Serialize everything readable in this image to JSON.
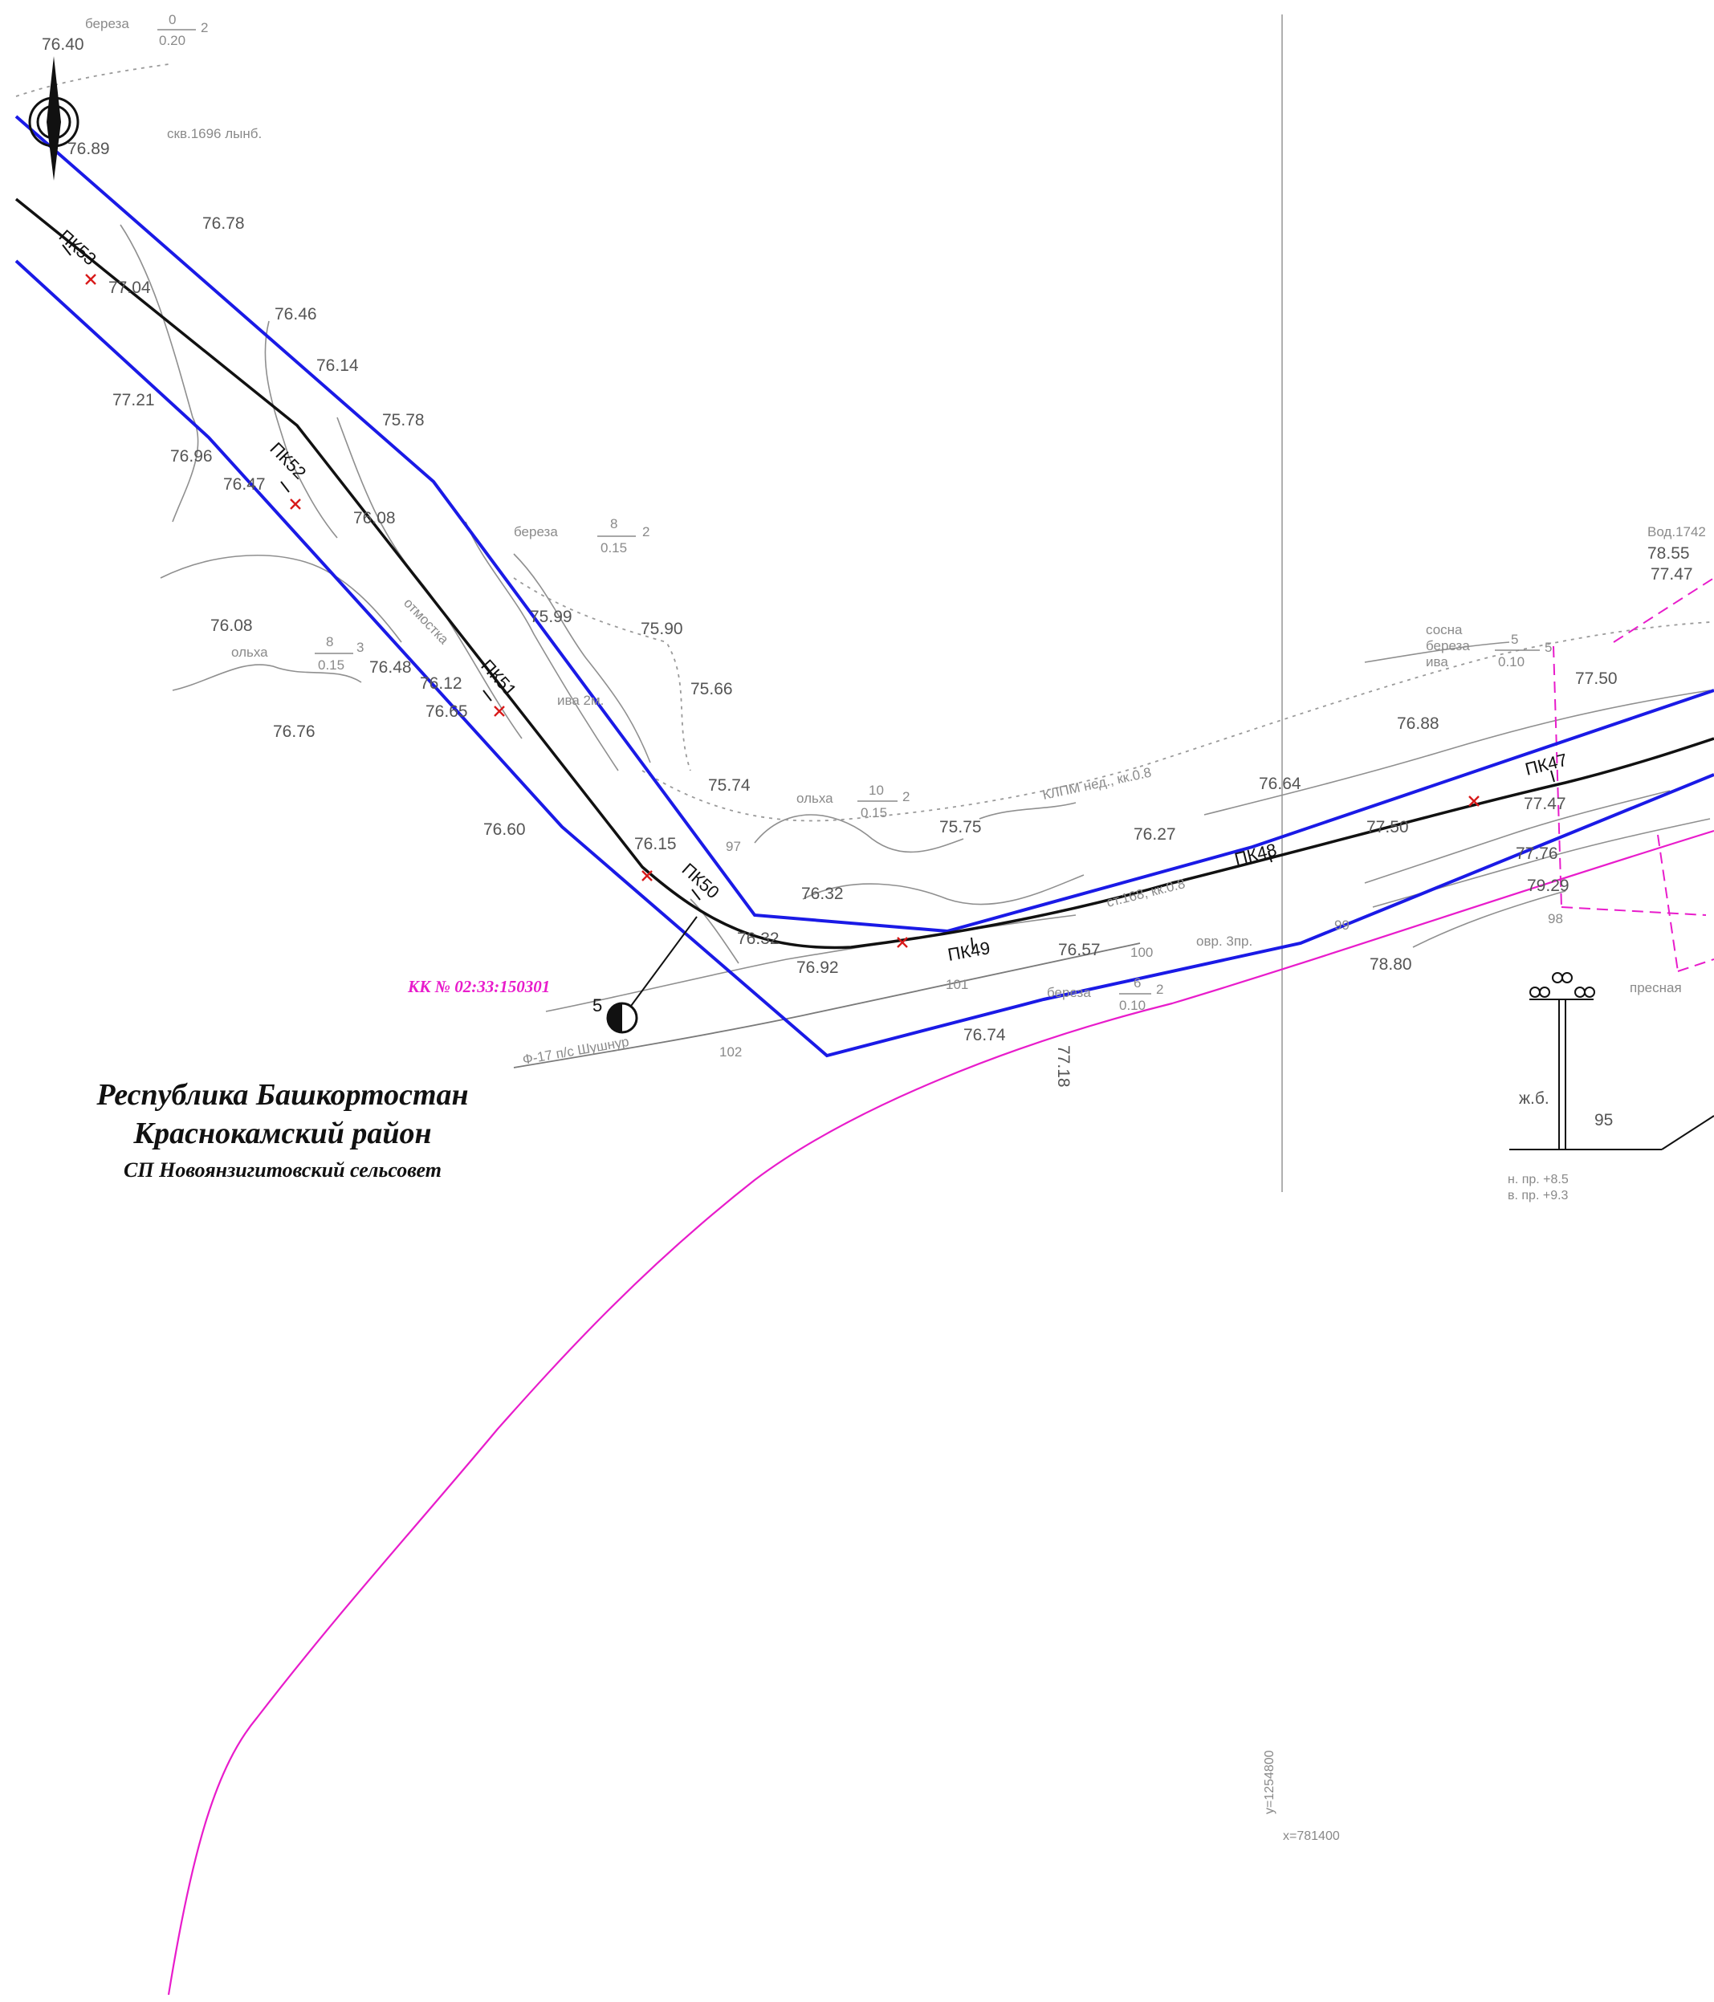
{
  "region": {
    "line1": "Республика Башкортостан",
    "line2": "Краснокамский район",
    "line3": "СП Новоянзигитовский сельсовет"
  },
  "cadastral_label": "КК № 02:33:150301",
  "piquets": {
    "pk53": "ПК53",
    "pk52": "ПК52",
    "pk51": "ПК51",
    "pk50": "ПК50",
    "pk49": "ПК49",
    "pk48": "ПК48",
    "pk47": "ПК47"
  },
  "elevations": {
    "e1": "76.40",
    "e2": "76.89",
    "e3": "76.78",
    "e4": "77.04",
    "e5": "76.46",
    "e6": "76.14",
    "e7": "75.78",
    "e8": "77.21",
    "e9": "76.96",
    "e10": "76.47",
    "e11": "76.08",
    "e12": "76.08",
    "e13": "75.99",
    "e14": "75.90",
    "e15": "75.66",
    "e16": "76.48",
    "e17": "76.12",
    "e18": "76.65",
    "e19": "76.76",
    "e20": "75.74",
    "e21": "76.60",
    "e22": "76.15",
    "e23": "75.75",
    "e24": "76.32",
    "e25": "76.32",
    "e26": "76.27",
    "e27": "76.92",
    "e28": "76.57",
    "e29": "76.74",
    "e30": "76.64",
    "e31": "77.50",
    "e32": "76.88",
    "e33": "77.47",
    "e34": "77.76",
    "e35": "79.29",
    "e36": "78.80",
    "e37": "77.50",
    "e38": "78.55",
    "e39": "77.47",
    "e40": "77.18"
  },
  "notes": {
    "birch1": "береза",
    "birch1_num": "0",
    "birch1_den": "0.20",
    "birch1_cnt": "2",
    "well": "скв.1696 лынб.",
    "birch2": "береза",
    "birch2_num": "8",
    "birch2_den": "0.15",
    "birch2_cnt": "2",
    "alder1": "ольха",
    "alder1_num": "8",
    "alder1_den": "0.15",
    "alder1_cnt": "3",
    "willow": "ива 2м.",
    "alder2": "ольха",
    "alder2_num": "10",
    "alder2_den": "0.15",
    "alder2_cnt": "2",
    "kabel": "КЛПМ нед., кк.0.8",
    "ditch": "отмостка",
    "road": "ст.168, кк.0.8",
    "pipe": "Ф-17 п/с Шушнур",
    "birch3": "береза",
    "birch3_num": "6",
    "birch3_den": "0.10",
    "birch3_cnt": "2",
    "pine": "сосна",
    "birch4": "береза",
    "iva": "ива",
    "birch4_num": "5",
    "birch4_den": "0.10",
    "birch4_cnt": "5",
    "bog": "Вод.1742",
    "n101": "101",
    "n100": "100",
    "n99": "99",
    "n98": "98",
    "n95": "95",
    "n97": "97",
    "n102": "102",
    "fresh": "пресная",
    "pole": "ж.б.",
    "clear_low": "н. пр. +8.5",
    "clear_high": "в. пр. +9.3",
    "n5": "5",
    "ravine": "овр. 3пр."
  },
  "coords": {
    "y": "у=1254800",
    "x": "х=781400"
  },
  "colors": {
    "route": "#111111",
    "boundary": "#1a1ae6",
    "cadastre": "#e81ccb",
    "topo": "#888888"
  }
}
